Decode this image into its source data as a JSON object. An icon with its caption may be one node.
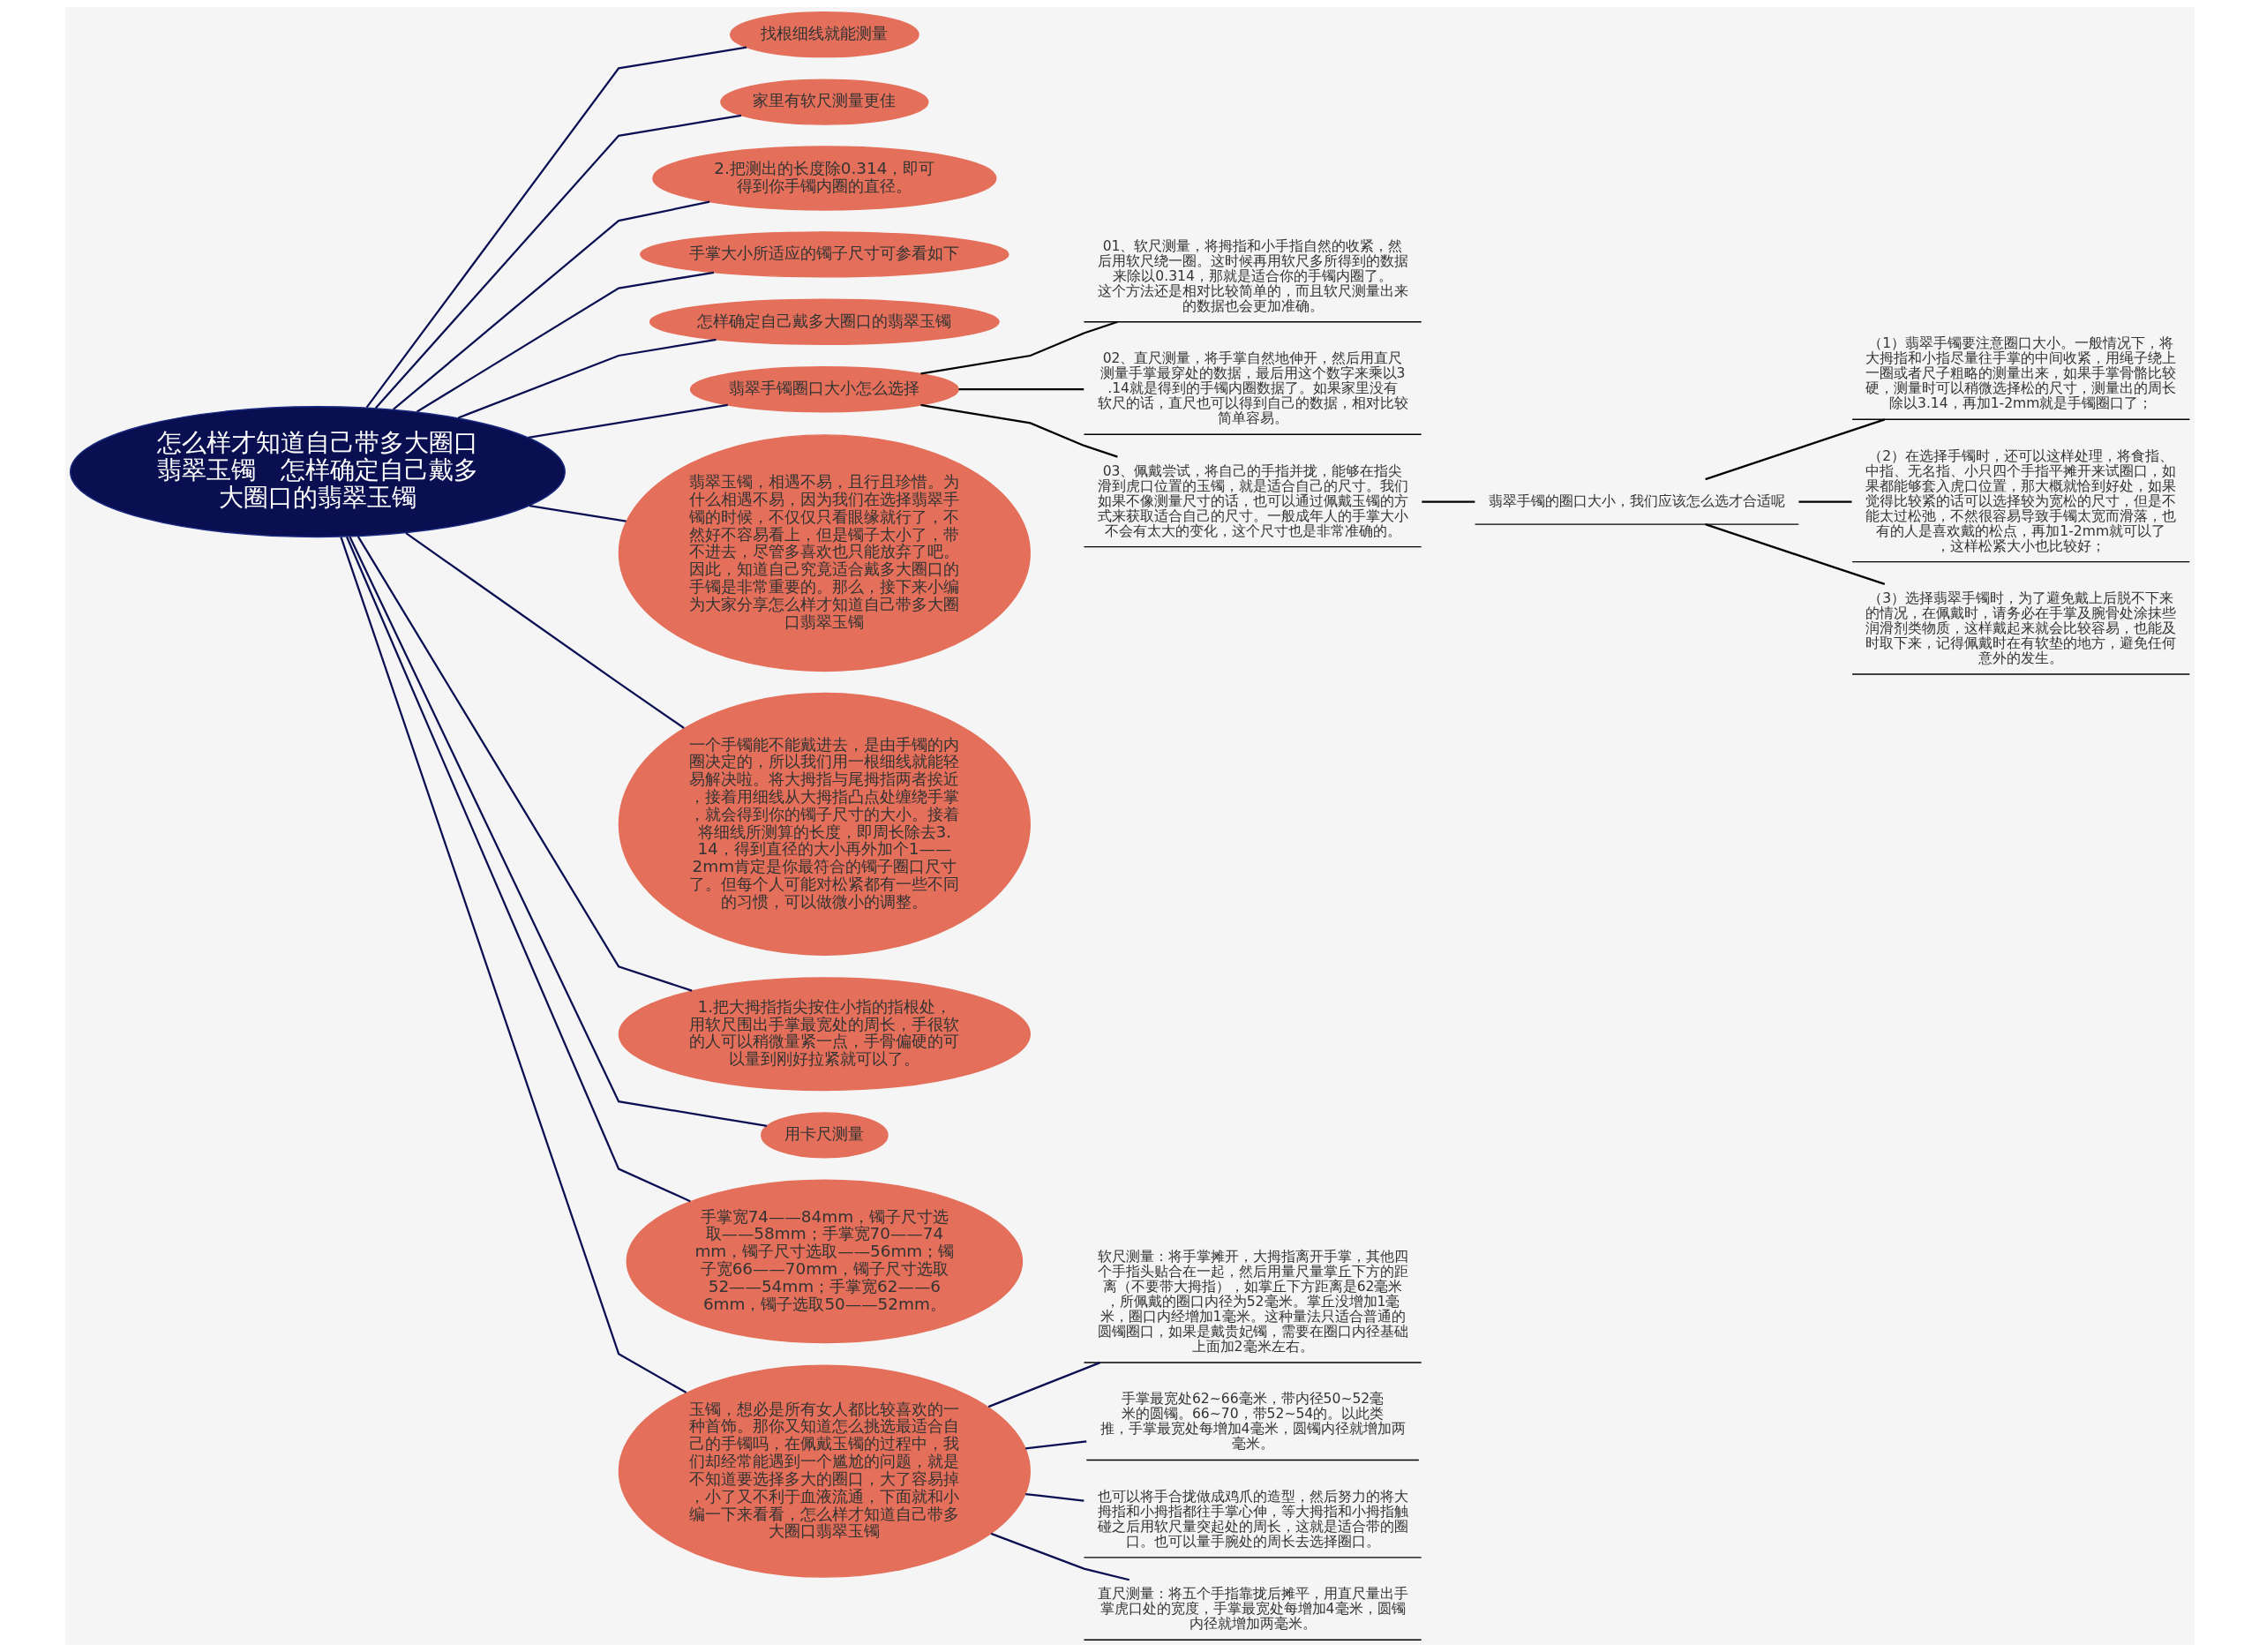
{
  "diagram": {
    "nodes": [
      {
        "text": [
          "怎么样才知道自己带多大圈口翡翠玉镯　怎样确定自己戴多大圈口的翡翠玉镯"
        ]
      },
      {
        "text": [
          "找根细线就能测量"
        ]
      },
      {
        "text": [
          "家里有软尺测量更佳"
        ]
      },
      {
        "text": [
          "2.把测出的长度除0.314，即可得到你手镯内圈的直径。"
        ]
      },
      {
        "text": [
          "手掌大小所适应的镯子尺寸可参看如下"
        ]
      },
      {
        "text": [
          "怎样确定自己戴多大圈口的翡翠玉镯"
        ]
      },
      {
        "text": [
          "翡翠手镯圈口大小怎么选择"
        ]
      },
      {
        "text": [
          "01、软尺测量，将拇指和小手指自然的收紧，然后用软尺绕一圈。这时候再用软尺多所得到的数据来除以0.314，那就是适合你的手镯内圈了。这个方法还是相对比较简单的，而且软尺测量出来的数据也会更加准确。"
        ]
      },
      {
        "text": [
          "02、直尺测量，将手掌自然地伸开，然后用直尺测量手掌最穿处的数据，最后用这个数字来乘以3.14就是得到的手镯内圈数据了。如果家里没有软尺的话，直尺也可以得到自己的数据，相对比较简单容易。"
        ]
      },
      {
        "text": [
          "03、佩戴尝试，将自己的手指并拢，能够在指尖滑到虎口位置的玉镯，就是适合自己的尺寸。我们如果不像测量尺寸的话，也可以通过佩戴玉镯的方式来获取适合自己的尺寸。一般成年人的手掌大小不会有太大的变化，这个尺寸也是非常准确的。"
        ]
      },
      {
        "text": [
          "翡翠手镯的圈口大小，我们应该怎么选才合适呢"
        ]
      },
      {
        "text": [
          "（1）翡翠手镯要注意圈口大小。一般情况下，将大拇指和小指尽量往手掌的中间收紧，用绳子绕上一圈或者尺子粗略的测量出来，如果手掌骨骼比较硬，测量时可以稍微选择松的尺寸，测量出的周长除以3.14，再加1-2mm就是手镯圈口了；"
        ]
      },
      {
        "text": [
          "（2）在选择手镯时，还可以这样处理，将食指、中指、无名指、小只四个手指平摊开来试圈口，如果都能够套入虎口位置，那大概就恰到好处，如果觉得比较紧的话可以选择较为宽松的尺寸，但是不能太过松弛，不然很容易导致手镯太宽而滑落，也有的人是喜欢戴的松点，再加1-2mm就可以了，这样松紧大小也比较好；"
        ]
      },
      {
        "text": [
          "（3）选择翡翠手镯时，为了避免戴上后脱不下来的情况，在佩戴时，请务必在手掌及腕骨处涂抹些润滑剂类物质，这样戴起来就会比较容易，也能及时取下来，记得佩戴时在有软垫的地方，避免任何意外的发生。"
        ]
      },
      {
        "text": [
          "翡翠玉镯，相遇不易，且行且珍惜。为什么相遇不易，因为我们在选择翡翠手镯的时候，不仅仅只看眼缘就行了，不然好不容易看上，但是镯子太小了，带不进去，尽管多喜欢也只能放弃了吧。因此，知道自己究竟适合戴多大圈口的手镯是非常重要的。那么，接下来小编为大家分享怎么样才知道自己带多大圈口翡翠玉镯"
        ]
      },
      {
        "text": [
          "一个手镯能不能戴进去，是由手镯的内圈决定的，所以我们用一根细线就能轻易解决啦。将大拇指与尾拇指两者挨近，接着用细线从大拇指凸点处缠绕手掌，就会得到你的镯子尺寸的大小。接着将细线所测算的长度，即周长除去3.14，得到直径的大小再外加个1——2mm肯定是你最符合的镯子圈口尺寸了。但每个人可能对松紧都有一些不同的习惯，可以做微小的调整。"
        ]
      },
      {
        "text": [
          "1.把大拇指指尖按住小指的指根处，用软尺围出手掌最宽处的周长，手很软的人可以稍微量紧一点，手骨偏硬的可以量到刚好拉紧就可以了。"
        ]
      },
      {
        "text": [
          "用卡尺测量"
        ]
      },
      {
        "text": [
          "手掌宽74——84mm，镯子尺寸选取——58mm；手掌宽70——74mm，镯子尺寸选取——56mm；镯子宽66——70mm，镯子尺寸选取52——54mm；手掌宽62——66mm，镯子选取50——52mm。"
        ]
      },
      {
        "text": [
          "玉镯，想必是所有女人都比较喜欢的一种首饰。那你又知道怎么挑选最适合自己的手镯吗，在佩戴玉镯的过程中，我们却经常能遇到一个尴尬的问题，就是不知道要选择多大的圈口，大了容易掉，小了又不利于血液流通，下面就和小编一下来看看，怎么样才知道自己带多大圈口翡翠玉镯"
        ]
      },
      {
        "text": [
          "软尺测量：将手掌摊开，大拇指离开手掌，其他四个手指头贴合在一起，然后用量尺量掌丘下方的距离（不要带大拇指），如掌丘下方距离是62毫米，所佩戴的圈口内径为52毫米。掌丘没增加1毫米，圈口内经增加1毫米。这种量法只适合普通的圆镯圈口，如果是戴贵妃镯，需要在圈口内径基础上面加2毫米左右。"
        ]
      },
      {
        "text": [
          "手掌最宽处62~66毫米，带内径50~52毫米的圆镯。66~70，带52~54的。以此类推，手掌最宽处每增加4毫米，圆镯内径就增加两毫米。"
        ]
      },
      {
        "text": [
          "也可以将手合拢做成鸡爪的造型，然后努力的将大拇指和小拇指都往手掌心伸，等大拇指和小拇指触碰之后用软尺量突起处的周长，这就是适合带的圈口。也可以量手腕处的周长去选择圈口。"
        ]
      },
      {
        "text": [
          "直尺测量：将五个手指靠拢后摊平，用直尺量出手掌虎口处的宽度，手掌最宽处每增加4毫米，圆镯内径就增加两毫米。"
        ]
      }
    ],
    "edges": [
      {
        "from": 0,
        "to": 1,
        "arrow": "none"
      },
      {
        "from": 0,
        "to": 2,
        "arrow": "none"
      },
      {
        "from": 0,
        "to": 3,
        "arrow": "none"
      },
      {
        "from": 0,
        "to": 4,
        "arrow": "none"
      },
      {
        "from": 0,
        "to": 5,
        "arrow": "none"
      },
      {
        "from": 0,
        "to": 6,
        "arrow": "none"
      },
      {
        "from": 6,
        "to": 7,
        "arrow": "none",
        "color": "#000000"
      },
      {
        "from": 6,
        "to": 8,
        "arrow": "none",
        "color": "#000000"
      },
      {
        "from": 6,
        "to": 9,
        "arrow": "none",
        "color": "#000000"
      },
      {
        "from": 9,
        "to": 10,
        "arrow": "none",
        "color": "#000000"
      },
      {
        "from": 10,
        "to": 11,
        "arrow": "none",
        "color": "#000000"
      },
      {
        "from": 10,
        "to": 12,
        "arrow": "none",
        "color": "#000000"
      },
      {
        "from": 10,
        "to": 13,
        "arrow": "none",
        "color": "#000000"
      },
      {
        "from": 0,
        "to": 14,
        "arrow": "none"
      },
      {
        "from": 0,
        "to": 15,
        "arrow": "none"
      },
      {
        "from": 0,
        "to": 16,
        "arrow": "none"
      },
      {
        "from": 0,
        "to": 17,
        "arrow": "none"
      },
      {
        "from": 0,
        "to": 18,
        "arrow": "none"
      },
      {
        "from": 0,
        "to": 19,
        "arrow": "none"
      },
      {
        "from": 19,
        "to": 20,
        "arrow": "none"
      },
      {
        "from": 19,
        "to": 21,
        "arrow": "none"
      },
      {
        "from": 19,
        "to": 22,
        "arrow": "none"
      },
      {
        "from": 19,
        "to": 23,
        "arrow": "none"
      }
    ]
  }
}
